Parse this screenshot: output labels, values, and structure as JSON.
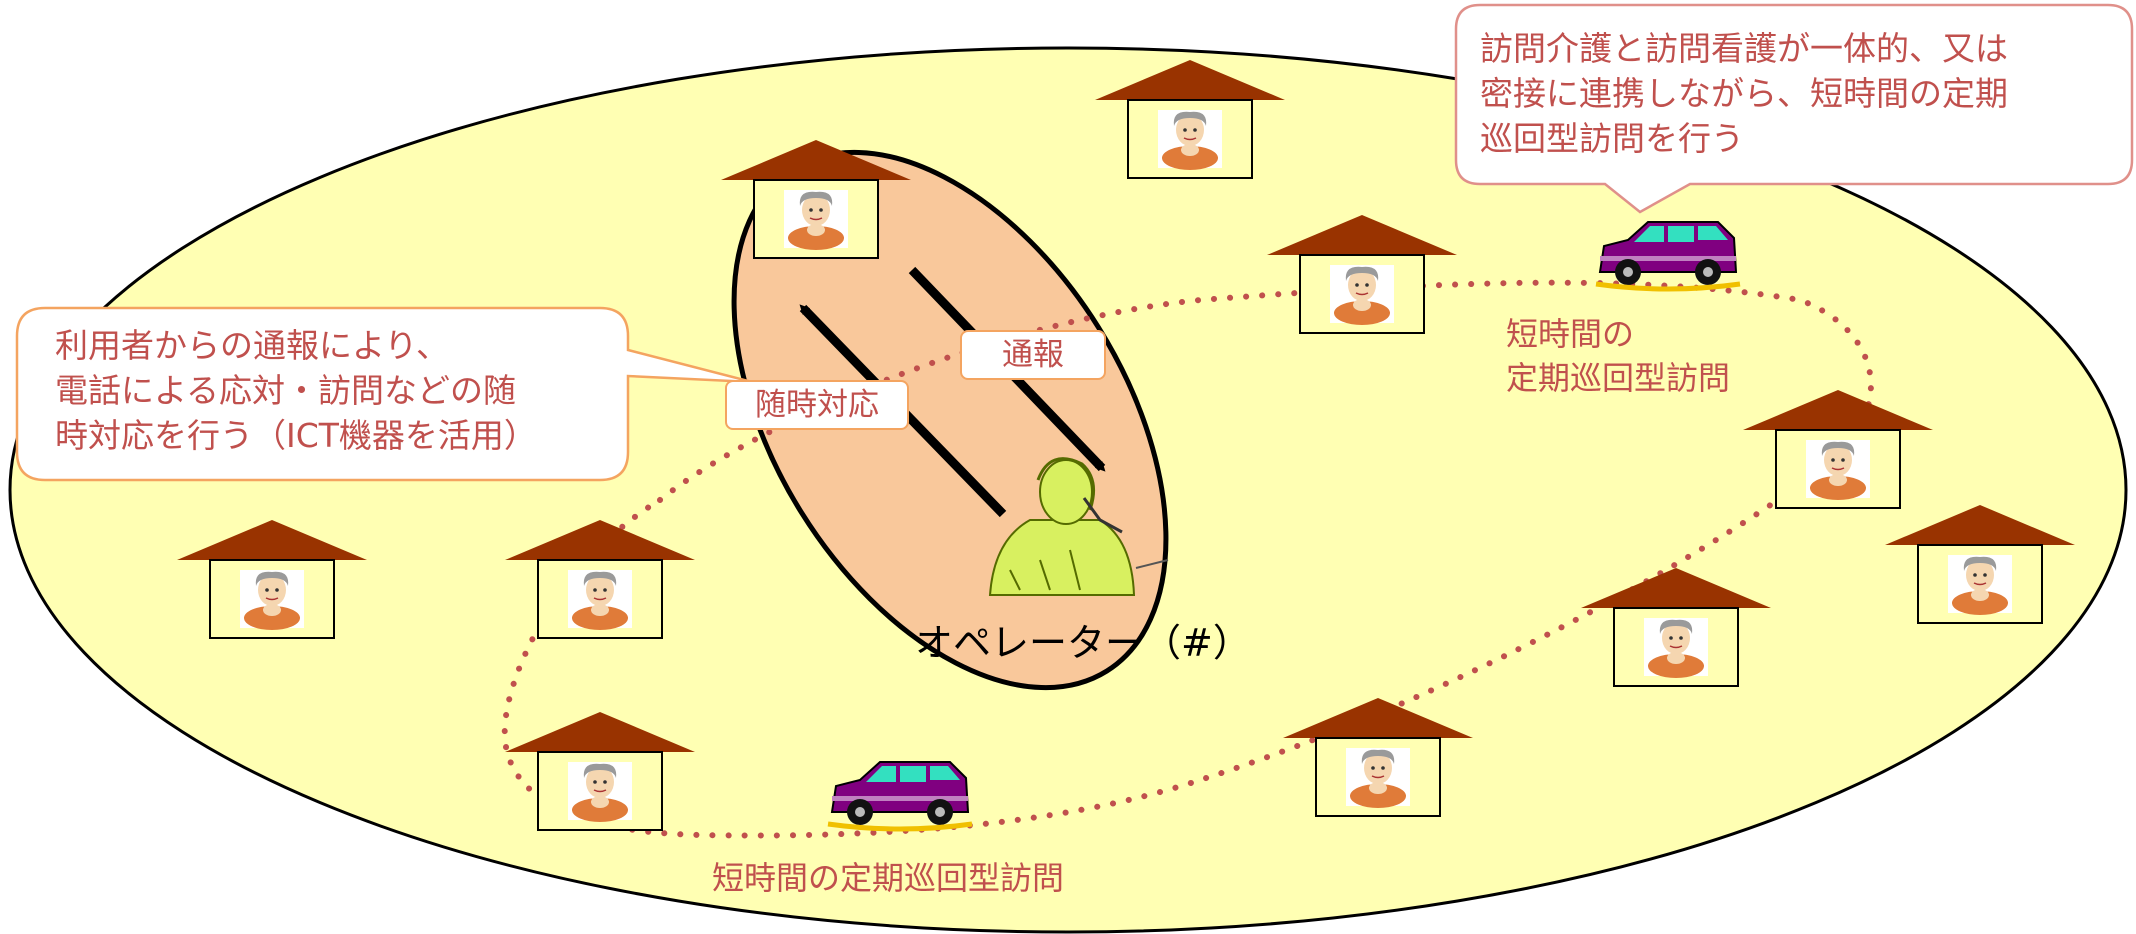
{
  "callouts": {
    "left": {
      "lines": [
        "利用者からの通報により、",
        "電話による応対・訪問などの随",
        "時対応を行う（ICT機器を活用）"
      ]
    },
    "top_right": {
      "lines": [
        "訪問介護と訪問看護が一体的、又は",
        "密接に連携しながら、短時間の定期",
        "巡回型訪問を行う"
      ]
    }
  },
  "tags": {
    "report": "通報",
    "response": "随時対応"
  },
  "operator_label": "オペレーター（#）",
  "route_labels": {
    "right": [
      "短時間の",
      "定期巡回型訪問"
    ],
    "bottom": "短時間の定期巡回型訪問"
  },
  "colors": {
    "area": "#ffffb3",
    "operator_zone": "#f9c89b",
    "roof": "#993300",
    "route": "#c0504d",
    "text": "#c0504d",
    "van": "#800080"
  },
  "icons": {
    "house": "house-icon",
    "resident": "elderly-person-icon",
    "operator": "operator-icon",
    "van": "van-icon"
  }
}
